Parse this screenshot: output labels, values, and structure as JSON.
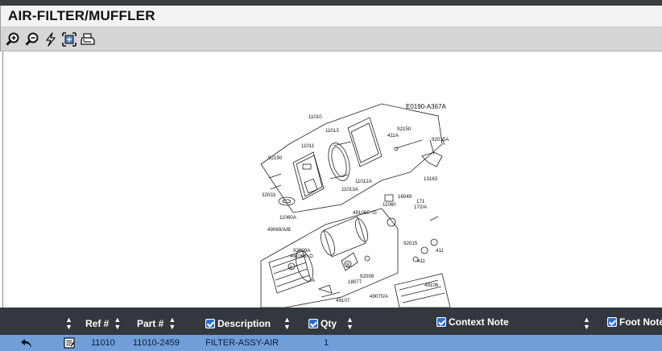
{
  "window": {
    "title": "AIR-FILTER/MUFFLER"
  },
  "toolbar": {
    "buttons": [
      {
        "name": "zoom-in-icon"
      },
      {
        "name": "zoom-out-icon"
      },
      {
        "name": "lightning-icon"
      },
      {
        "name": "fit-view-icon"
      },
      {
        "name": "print-icon"
      }
    ]
  },
  "diagram": {
    "code": "E0190-A367A",
    "labels": [
      "11010",
      "11013",
      "11011",
      "92190",
      "32033",
      "11060A",
      "49069/A/B",
      "92009A",
      "491068~D",
      "18077",
      "92009",
      "49107",
      "49070/A",
      "49106",
      "92150",
      "411A",
      "92015A",
      "13163",
      "11012A",
      "11013A",
      "16049",
      "11060",
      "171",
      "172/A",
      "49106E~G",
      "92015",
      "411",
      "411",
      "A",
      "B",
      "A"
    ]
  },
  "grid": {
    "columns": {
      "ref": "Ref #",
      "part": "Part #",
      "description": "Description",
      "qty": "Qty",
      "context": "Context Note",
      "foot": "Foot Note"
    },
    "rows": [
      {
        "ref": "11010",
        "part": "11010-2459",
        "description": "FILTER-ASSY-AIR",
        "qty": "1"
      }
    ]
  },
  "colors": {
    "header": "#33383e",
    "selected_row": "#6f9ed8",
    "accent": "#2a6fd6"
  }
}
